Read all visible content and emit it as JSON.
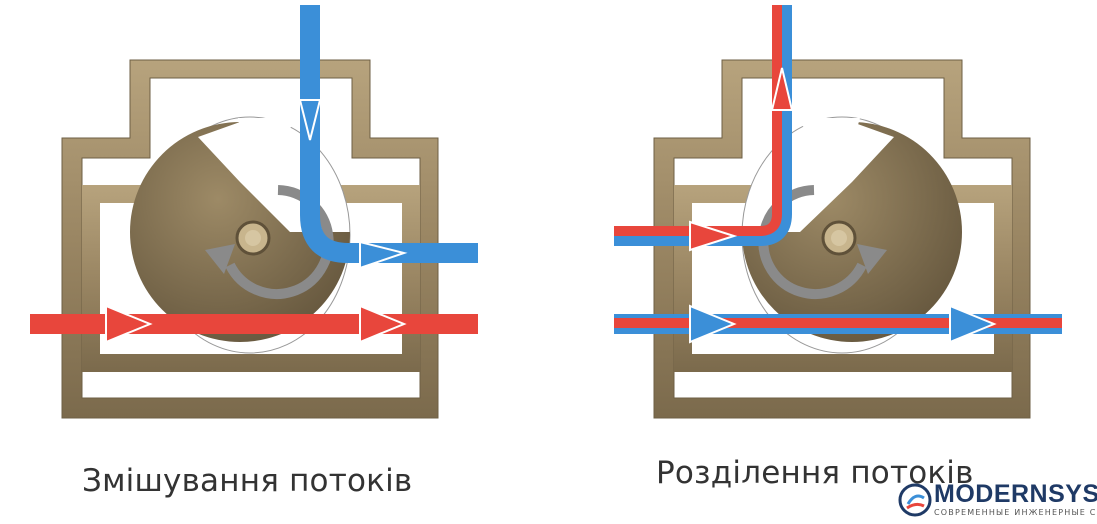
{
  "captions": {
    "mixing": "Змішування потоків",
    "separation": "Розділення потоків"
  },
  "logo": {
    "brand": "MODERNSYS",
    "tagline": "СОВРЕМЕННЫЕ ИНЖЕНЕРНЫЕ СИСТЕМЫ"
  },
  "colors": {
    "valve_body": "#a08c6a",
    "valve_dark": "#6e5f44",
    "hot_flow": "#e8463c",
    "cold_flow": "#3b8fd8",
    "rotation_arrow": "#8a8a8a",
    "arrow_head_outline": "#ffffff"
  },
  "icons": [
    "rotation-arrow-icon",
    "flow-arrow-icon"
  ]
}
